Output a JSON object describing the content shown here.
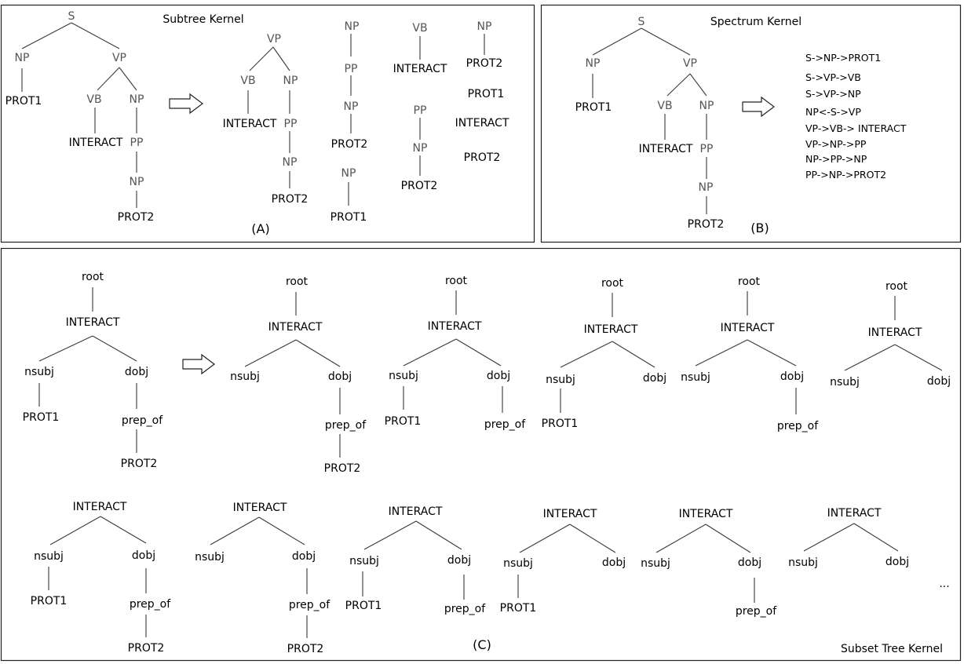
{
  "panel_a": {
    "title": "Subtree Kernel",
    "tag": "(A)",
    "tree": {
      "s": "S",
      "np": "NP",
      "vp": "VP",
      "prot1": "PROT1",
      "vb": "VB",
      "np2": "NP",
      "interact": "INTERACT",
      "pp": "PP",
      "np3": "NP",
      "prot2": "PROT2"
    },
    "sub1": {
      "vp": "VP",
      "vb": "VB",
      "np": "NP",
      "interact": "INTERACT",
      "pp": "PP",
      "np2": "NP",
      "prot2": "PROT2"
    },
    "sub2": {
      "np": "NP",
      "pp": "PP",
      "np2": "NP",
      "prot2": "PROT2"
    },
    "sub3": {
      "np": "NP",
      "prot1": "PROT1"
    },
    "sub4": {
      "vb": "VB",
      "interact": "INTERACT"
    },
    "sub5": {
      "pp": "PP",
      "np": "NP",
      "prot2": "PROT2"
    },
    "sub6": {
      "np": "NP",
      "prot2": "PROT2"
    },
    "leaves": [
      "PROT1",
      "INTERACT",
      "PROT2"
    ]
  },
  "panel_b": {
    "title": "Spectrum Kernel",
    "tag": "(B)",
    "tree": {
      "s": "S",
      "np": "NP",
      "vp": "VP",
      "prot1": "PROT1",
      "vb": "VB",
      "np2": "NP",
      "interact": "INTERACT",
      "pp": "PP",
      "np3": "NP",
      "prot2": "PROT2"
    },
    "spectrum": [
      "S->NP->PROT1",
      "S->VP->VB",
      "S->VP->NP",
      "NP<-S->VP",
      "VP->VB-> INTERACT",
      "VP->NP->PP",
      "NP->PP->NP",
      "PP->NP->PROT2"
    ]
  },
  "panel_c": {
    "title": "Subset Tree Kernel",
    "tag": "(C)",
    "ellipsis": "...",
    "source": {
      "root": "root",
      "interact": "INTERACT",
      "nsubj": "nsubj",
      "dobj": "dobj",
      "prot1": "PROT1",
      "prep_of": "prep_of",
      "prot2": "PROT2"
    },
    "row1": [
      {
        "root": "root",
        "interact": "INTERACT",
        "nsubj": "nsubj",
        "dobj": "dobj",
        "prep_of": "prep_of",
        "prot2": "PROT2"
      },
      {
        "root": "root",
        "interact": "INTERACT",
        "nsubj": "nsubj",
        "dobj": "dobj",
        "prot1": "PROT1",
        "prep_of": "prep_of"
      },
      {
        "root": "root",
        "interact": "INTERACT",
        "nsubj": "nsubj",
        "dobj": "dobj",
        "prot1": "PROT1"
      },
      {
        "root": "root",
        "interact": "INTERACT",
        "nsubj": "nsubj",
        "dobj": "dobj",
        "prep_of": "prep_of"
      },
      {
        "root": "root",
        "interact": "INTERACT",
        "nsubj": "nsubj",
        "dobj": "dobj"
      }
    ],
    "row2": [
      {
        "interact": "INTERACT",
        "nsubj": "nsubj",
        "dobj": "dobj",
        "prot1": "PROT1",
        "prep_of": "prep_of",
        "prot2": "PROT2"
      },
      {
        "interact": "INTERACT",
        "nsubj": "nsubj",
        "dobj": "dobj",
        "prep_of": "prep_of",
        "prot2": "PROT2"
      },
      {
        "interact": "INTERACT",
        "nsubj": "nsubj",
        "dobj": "dobj",
        "prot1": "PROT1",
        "prep_of": "prep_of"
      },
      {
        "interact": "INTERACT",
        "nsubj": "nsubj",
        "dobj": "dobj",
        "prot1": "PROT1"
      },
      {
        "interact": "INTERACT",
        "nsubj": "nsubj",
        "dobj": "dobj",
        "prep_of": "prep_of"
      },
      {
        "interact": "INTERACT",
        "nsubj": "nsubj",
        "dobj": "dobj"
      }
    ]
  }
}
